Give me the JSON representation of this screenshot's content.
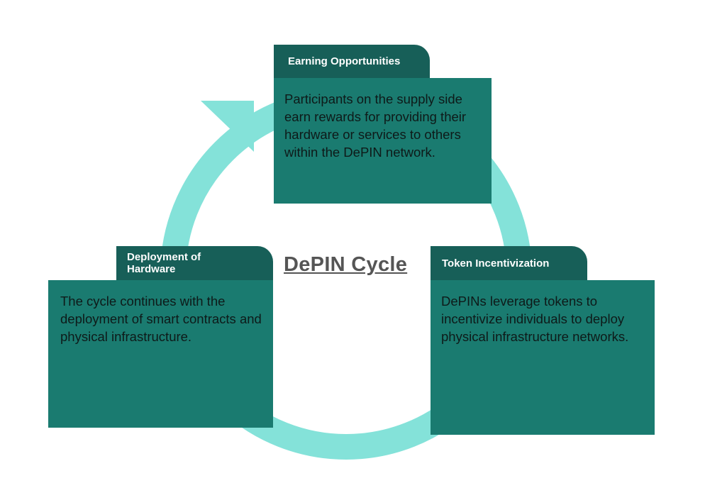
{
  "title": "DePIN Cycle",
  "cycle": [
    {
      "heading": "Earning Opportunities",
      "text": "Participants on the supply side earn rewards for providing their hardware or services to others within the DePIN network."
    },
    {
      "heading": "Token Incentivization",
      "text": " DePINs leverage tokens to incentivize individuals to deploy physical infrastructure networks."
    },
    {
      "heading": "Deployment of Hardware",
      "text": "The cycle continues with the deployment of smart contracts and physical infrastructure."
    }
  ],
  "colors": {
    "ring": "#84e2d9",
    "tab": "#175f58",
    "box": "#1a7b70",
    "title": "#555555"
  },
  "icons": [
    "cycle-arrow-icon"
  ]
}
